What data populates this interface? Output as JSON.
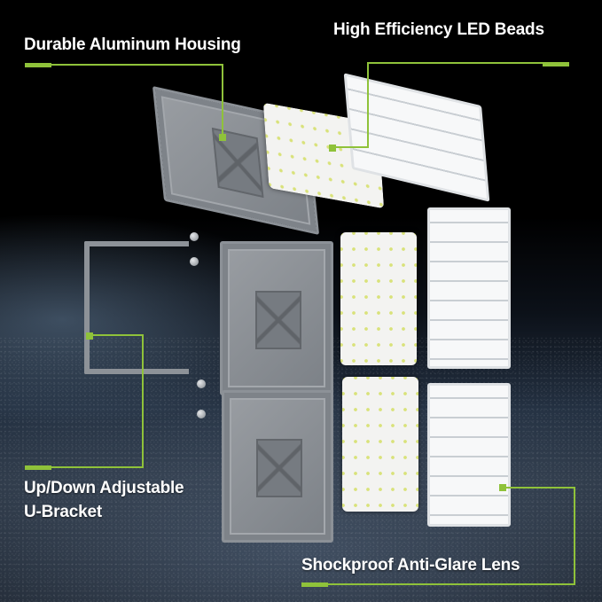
{
  "infographic": {
    "subject": "Exploded view of modular LED flood light",
    "accent_color": "#8fc23a",
    "callouts": [
      {
        "id": "housing",
        "label": "Durable Aluminum Housing"
      },
      {
        "id": "led-beads",
        "label": "High Efficiency LED Beads"
      },
      {
        "id": "bracket",
        "label_line1": "Up/Down Adjustable",
        "label_line2": "U-Bracket"
      },
      {
        "id": "lens",
        "label": "Shockproof Anti-Glare Lens"
      }
    ],
    "components": {
      "housing_modules": 3,
      "led_boards": 3,
      "lenses": 3,
      "u_bracket": 1
    }
  }
}
